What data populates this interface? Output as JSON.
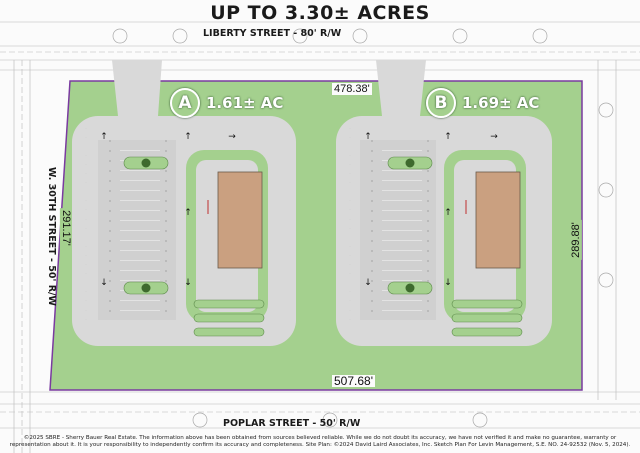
{
  "title": "UP TO 3.30± ACRES",
  "streets": {
    "north": "LIBERTY STREET  -  80' R/W",
    "south": "POPLAR STREET  -  50' R/W",
    "west": "W. 30TH STREET  -  50' R/W"
  },
  "lots": [
    {
      "letter": "A",
      "area": "1.61± AC"
    },
    {
      "letter": "B",
      "area": "1.69± AC"
    }
  ],
  "dimensions": {
    "top": "478.38'",
    "bottom": "507.68'",
    "left": "291.17'",
    "right": "289.88'"
  },
  "colors": {
    "site_fill": "#a4d08e",
    "pavement": "#d9d9d9",
    "building": "#caa080",
    "boundary": "#7a3aa0"
  },
  "footer": "©2025 SBRE - Sherry Bauer Real Estate. The information above has been obtained from sources believed reliable. While we do not doubt its accuracy, we have not verified it and make no guarantee, warranty or representation about it. It is your responsibility to independently confirm its accuracy and completeness. Site Plan: ©2024 David Laird Associates, Inc. Sketch Plan For Levin Management, S.E. NO. 24-92532 (Nov. 5, 2024)."
}
